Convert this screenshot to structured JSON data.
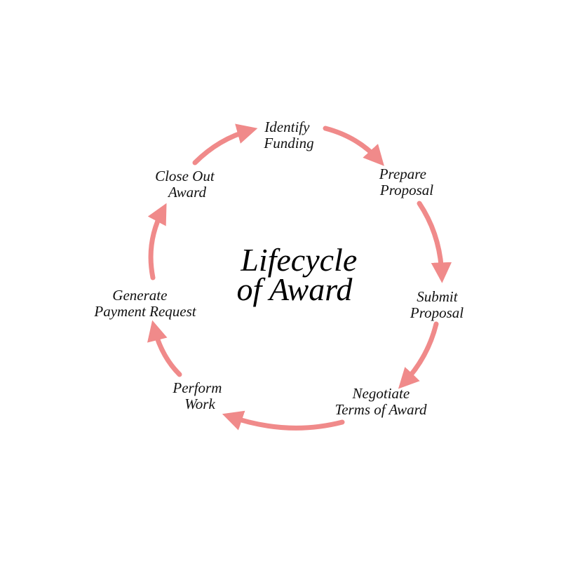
{
  "title": {
    "line1": "Lifecycle",
    "line2": "of Award"
  },
  "steps": [
    {
      "line1": "Identify",
      "line2": "Funding"
    },
    {
      "line1": "Prepare",
      "line2": "Proposal"
    },
    {
      "line1": "Submit",
      "line2": "Proposal"
    },
    {
      "line1": "Negotiate",
      "line2": "Terms of Award"
    },
    {
      "line1": "Perform",
      "line2": "Work"
    },
    {
      "line1": "Generate",
      "line2": "Payment Request"
    },
    {
      "line1": "Close Out",
      "line2": "Award"
    }
  ],
  "colors": {
    "arrow": "#f08a8a",
    "text": "#111111"
  }
}
